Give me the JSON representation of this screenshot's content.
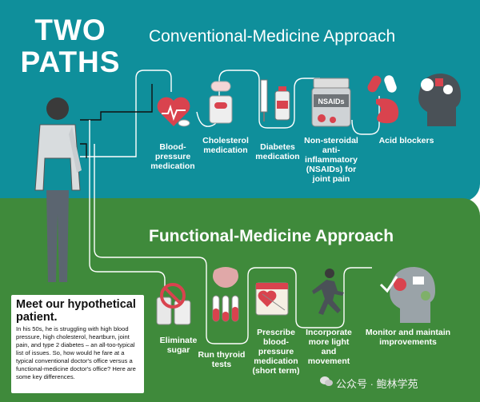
{
  "title": "TWO PATHS",
  "conventional": {
    "heading": "Conventional-Medicine Approach",
    "items": [
      {
        "label": "Blood-pressure medication",
        "icon": "heart-pill-icon"
      },
      {
        "label": "Cholesterol medication",
        "icon": "pills-icon"
      },
      {
        "label": "Diabetes medication",
        "icon": "insulin-syringe-icon"
      },
      {
        "label": "Non-steroidal anti-inflammatory (NSAIDs) for joint pain",
        "icon": "nsaids-bottle-icon"
      },
      {
        "label": "Acid blockers",
        "icon": "stomach-capsule-icon"
      }
    ]
  },
  "functional": {
    "heading": "Functional-Medicine Approach",
    "items": [
      {
        "label": "Eliminate sugar",
        "icon": "no-sugar-icon"
      },
      {
        "label": "Run thyroid tests",
        "icon": "thyroid-test-tubes-icon"
      },
      {
        "label": "Prescribe blood-pressure medication (short term)",
        "icon": "calendar-heart-icon"
      },
      {
        "label": "Incorporate more light and movement",
        "icon": "runner-icon"
      },
      {
        "label": "Monitor and maintain improvements",
        "icon": "healthy-head-icon"
      }
    ]
  },
  "patient": {
    "title": "Meet our hypothetical patient.",
    "text": "In his 50s, he is struggling with high blood pressure, high cholesterol, heartburn, joint pain, and type 2 diabetes – an all-too-typical list of issues. So, how would he fare at a typical conventional doctor's office versus a functional-medicine doctor's office? Here are some key differences."
  },
  "watermark": "公众号 · 鲍林学苑",
  "colors": {
    "teal": "#0f8f9b",
    "green": "#3f8a3b",
    "accent_red": "#d9434e"
  }
}
